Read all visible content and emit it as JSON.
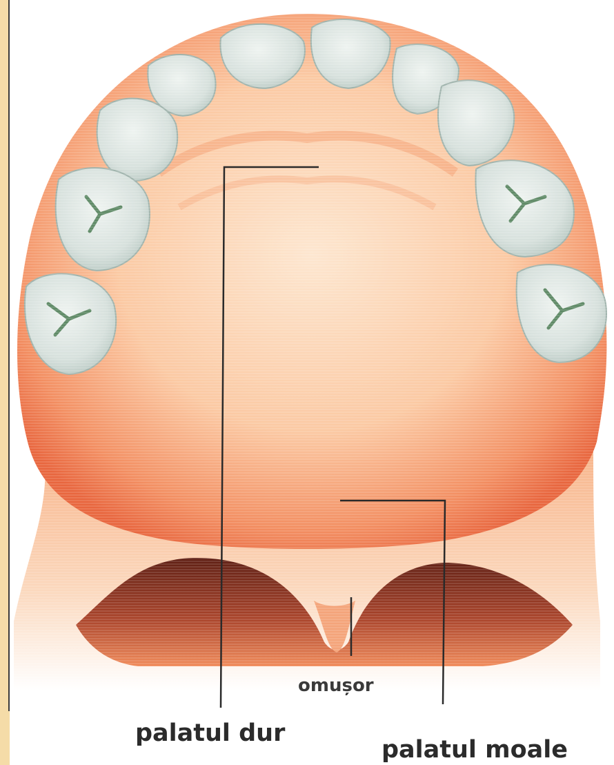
{
  "labels": {
    "uvula": "omușor",
    "hard_palate": "palatul dur",
    "soft_palate": "palatul moale"
  },
  "colors": {
    "frame": "#f5dca8",
    "tissue_light": "#fde3c8",
    "tissue_mid": "#f8a577",
    "tissue_dark": "#e9633a",
    "tooth": "#dde6e2",
    "throat": "#7a2a1a",
    "leader_line": "#2a2a2a"
  }
}
